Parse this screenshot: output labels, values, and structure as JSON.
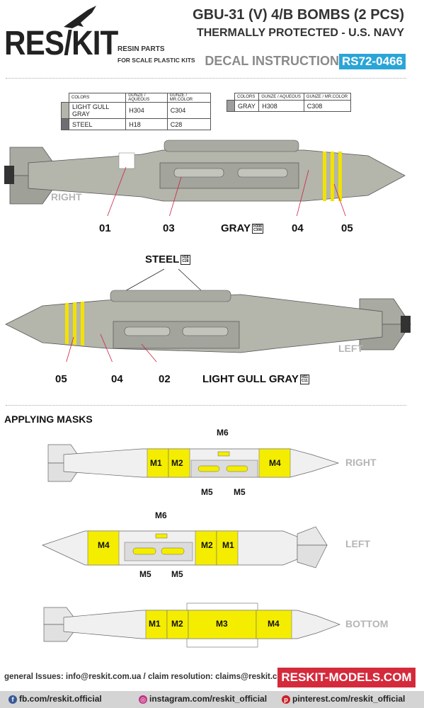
{
  "brand": {
    "logo": "RES/KIT",
    "line1": "RESIN PARTS",
    "line2": "FOR SCALE PLASTIC KITS"
  },
  "header": {
    "title": "GBU-31 (V) 4/B BOMBS (2 PCS)",
    "subtitle": "THERMALLY PROTECTED - U.S. NAVY",
    "doc_type": "DECAL INSTRUCTION",
    "code": "RS72-0466"
  },
  "colors_table_1": {
    "headers": [
      "COLORS",
      "GUNZE / AQUEOUS",
      "GUNZE / MR.COLOR"
    ],
    "rows": [
      {
        "name": "LIGHT GULL GRAY",
        "aqueous": "H304",
        "mr": "C304",
        "swatch": "#b4b5ab"
      },
      {
        "name": "STEEL",
        "aqueous": "H18",
        "mr": "C28",
        "swatch": "#6e6f73"
      }
    ]
  },
  "colors_table_2": {
    "headers": [
      "COLORS",
      "GUNZE / AQUEOUS",
      "GUNZE / MR.COLOR"
    ],
    "rows": [
      {
        "name": "GRAY",
        "aqueous": "H308",
        "mr": "C308",
        "swatch": "#9d9e9e"
      }
    ]
  },
  "view_right": {
    "side": "RIGHT",
    "callouts": [
      "01",
      "03",
      "04",
      "05"
    ],
    "gray_label": "GRAY",
    "gray_code_a": "H308",
    "gray_code_b": "C308"
  },
  "view_left": {
    "side": "LEFT",
    "steel_label": "STEEL",
    "steel_code_a": "H18",
    "steel_code_b": "C28",
    "callouts": [
      "05",
      "04",
      "02"
    ],
    "lgg_label": "LIGHT GULL GRAY",
    "lgg_code_a": "H51",
    "lgg_code_b": "C11"
  },
  "masks": {
    "title": "APPLYING MASKS",
    "right": {
      "side": "RIGHT",
      "m1": "M1",
      "m2": "M2",
      "m4": "M4",
      "m5a": "M5",
      "m5b": "M5",
      "m6": "M6"
    },
    "left": {
      "side": "LEFT",
      "m1": "M1",
      "m2": "M2",
      "m4": "M4",
      "m5a": "M5",
      "m5b": "M5",
      "m6": "M6"
    },
    "bottom": {
      "side": "BOTTOM",
      "m1": "M1",
      "m2": "M2",
      "m3": "M3",
      "m4": "M4"
    }
  },
  "footer": {
    "contacts": "general Issues: info@reskit.com.ua / claim resolution: claims@reskit.com.ua",
    "website": "RESKIT-MODELS.COM",
    "facebook": "fb.com/reskit.official",
    "instagram": "instagram.com/reskit_official",
    "pinterest": "pinterest.com/reskit_official"
  }
}
